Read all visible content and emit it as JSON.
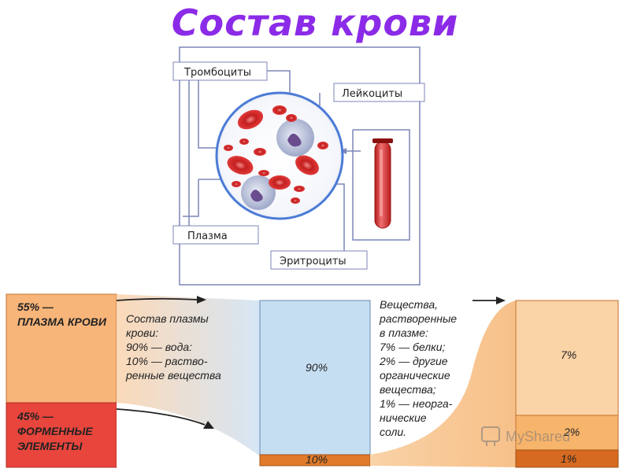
{
  "title": "Состав крови",
  "labels": {
    "platelets": "Тромбоциты",
    "leukocytes": "Лейкоциты",
    "plasma": "Плазма",
    "erythrocytes": "Эритроциты"
  },
  "composition": {
    "plasma_block": [
      "55% —",
      "ПЛАЗМА КРОВИ"
    ],
    "formed_block": [
      "45% —",
      "ФОРМЕННЫЕ",
      "ЭЛЕМЕНТЫ"
    ],
    "plasma_composition": [
      "Состав плазмы",
      "крови:",
      "90% — вода:",
      "10% — раство-",
      "ренные вещества"
    ],
    "water_percent": "90%",
    "solutes_percent": "10%",
    "dissolved": [
      "Вещества,",
      "растворенные",
      "в плазме:",
      "7% — белки;",
      "2% — другие",
      "органические",
      "вещества;",
      "1% — неорга-",
      "нические",
      "соли."
    ],
    "protein_percent": "7%",
    "organic_percent": "2%",
    "inorganic_percent": "1%"
  },
  "watermark": "MyShared",
  "colors": {
    "title": "#8b2be8",
    "plasma": "#f7b57a",
    "formed": "#e8453c",
    "water": "#c6def2",
    "solutes": "#e07a2b",
    "cell": "#d42a2a"
  }
}
